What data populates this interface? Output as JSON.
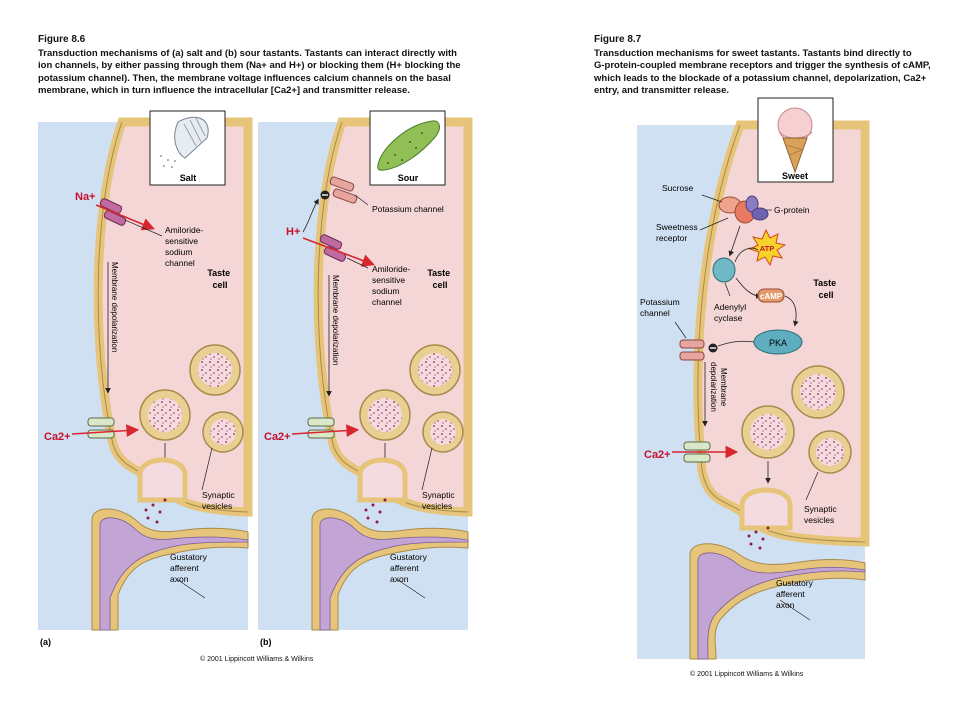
{
  "figure_86": {
    "number": "Figure 8.6",
    "caption_lines": [
      "Transduction mechanisms of (a) salt and (b) sour tastants. Tastants can interact directly with",
      "ion channels, by either passing through them (Na+ and H+) or blocking them (H+ blocking the",
      "potassium channel). Then, the membrane voltage influences calcium channels on the basal",
      "membrane, which in turn influence the intracellular [Ca2+] and transmitter release."
    ],
    "panel_a": {
      "inset": "Salt",
      "ion": "Na+",
      "channel_label": [
        "Amiloride-",
        "sensitive",
        "sodium",
        "channel"
      ],
      "cell_label": [
        "Taste",
        "cell"
      ],
      "membrane_label": "Membrane depolarization",
      "calcium": "Ca2+",
      "vesicles_label": [
        "Synaptic",
        "vesicles"
      ],
      "axon_label": [
        "Gustatory",
        "afferent",
        "axon"
      ],
      "panel_letter": "(a)"
    },
    "panel_b": {
      "inset": "Sour",
      "ion": "H+",
      "potassium_label": "Potassium channel",
      "channel_label": [
        "Amiloride-",
        "sensitive",
        "sodium",
        "channel"
      ],
      "cell_label": [
        "Taste",
        "cell"
      ],
      "membrane_label": "Membrane depolarization",
      "calcium": "Ca2+",
      "vesicles_label": [
        "Synaptic",
        "vesicles"
      ],
      "axon_label": [
        "Gustatory",
        "afferent",
        "axon"
      ],
      "panel_letter": "(b)"
    },
    "copyright": "© 2001 Lippincott Williams & Wilkins"
  },
  "figure_87": {
    "number": "Figure 8.7",
    "caption_lines": [
      "Transduction mechanisms for sweet tastants. Tastants bind directly to",
      "G-protein-coupled membrane receptors and trigger the synthesis of cAMP,",
      "which leads to the blockade of a potassium channel, depolarization, Ca2+",
      "entry, and transmitter release."
    ],
    "panel": {
      "inset": "Sweet",
      "sucrose": "Sucrose",
      "gprotein": "G-protein",
      "receptor_label": [
        "Sweetness",
        "receptor"
      ],
      "atp": "ATP",
      "camp": "cAMP",
      "cyclase_label": [
        "Adenylyl",
        "cyclase"
      ],
      "pka": "PKA",
      "potassium_label": [
        "Potassium",
        "channel"
      ],
      "cell_label": [
        "Taste",
        "cell"
      ],
      "membrane_label": [
        "Membrane",
        "depolarization"
      ],
      "calcium": "Ca2+",
      "vesicles_label": [
        "Synaptic",
        "vesicles"
      ],
      "axon_label": [
        "Gustatory",
        "afferent",
        "axon"
      ]
    },
    "copyright": "© 2001 Lippincott Williams & Wilkins"
  },
  "colors": {
    "background_blue": "#cfe0f2",
    "cell_pink": "#f4d6d6",
    "membrane_tan": "#e6c57a",
    "arrow_red": "#d8262e",
    "label_red": "#c8102e"
  }
}
